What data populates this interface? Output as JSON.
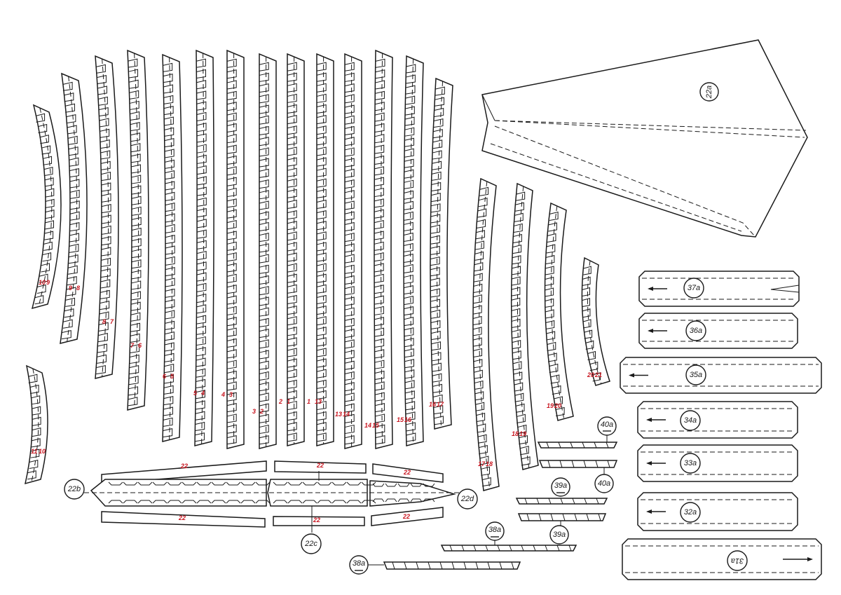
{
  "sheet": {
    "ribs": [
      {
        "id": "rib-1",
        "marks": [
          "10",
          "9"
        ]
      },
      {
        "id": "rib-2",
        "marks": [
          "9",
          "8"
        ]
      },
      {
        "id": "rib-3",
        "marks": [
          "8",
          "7"
        ]
      },
      {
        "id": "rib-4",
        "marks": [
          "7",
          "6"
        ]
      },
      {
        "id": "rib-5",
        "marks": [
          "6",
          "5"
        ]
      },
      {
        "id": "rib-6",
        "marks": [
          "5",
          "4"
        ]
      },
      {
        "id": "rib-7",
        "marks": [
          "4",
          "3"
        ]
      },
      {
        "id": "rib-8",
        "marks": [
          "3",
          "2"
        ]
      },
      {
        "id": "rib-9",
        "marks": [
          "2",
          "1"
        ]
      },
      {
        "id": "rib-10",
        "marks": [
          "1",
          "13"
        ]
      },
      {
        "id": "rib-11",
        "marks": [
          "13",
          "14"
        ]
      },
      {
        "id": "rib-12",
        "marks": [
          "14",
          "15"
        ]
      },
      {
        "id": "rib-13",
        "marks": [
          "15",
          "16"
        ]
      },
      {
        "id": "rib-14",
        "marks": [
          "16",
          "17"
        ]
      },
      {
        "id": "rib-15",
        "marks": [
          "17",
          "18"
        ]
      },
      {
        "id": "rib-16",
        "marks": [
          "18",
          "19"
        ]
      },
      {
        "id": "rib-17",
        "marks": [
          "19",
          "20"
        ]
      },
      {
        "id": "rib-18",
        "marks": [
          "20",
          "21"
        ]
      },
      {
        "id": "rib-19",
        "marks": [
          "11",
          "10"
        ]
      }
    ],
    "strip22": {
      "top_labels": [
        "22",
        "22",
        "22"
      ],
      "bottom_labels": [
        "22",
        "22",
        "22"
      ],
      "circles": [
        "22b",
        "22c",
        "22d"
      ]
    },
    "panel_22a": "22a",
    "boxes": [
      "37a",
      "36a",
      "35a",
      "34a",
      "33a",
      "32a",
      "31a"
    ],
    "small_strips": {
      "p40a": [
        "40a",
        "40a"
      ],
      "p39a": [
        "39a",
        "39a"
      ],
      "p38a": [
        "38a",
        "38a"
      ]
    }
  }
}
